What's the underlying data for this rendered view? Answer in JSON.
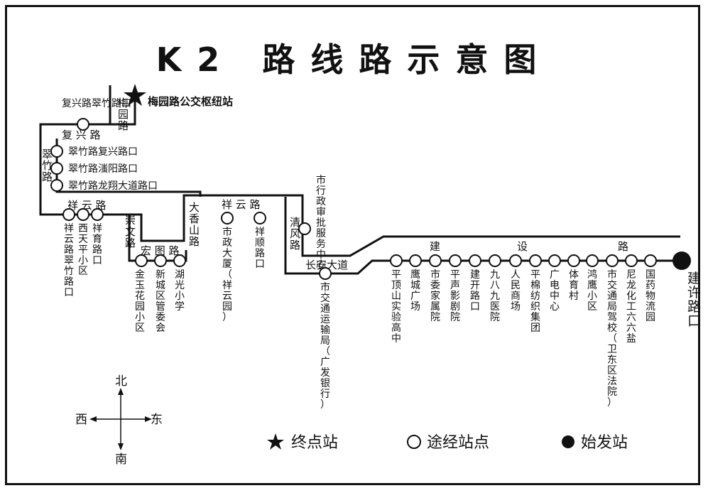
{
  "title": "K2 路线路示意图",
  "terminus": "梅园路公交枢纽站",
  "origin": "建许路口",
  "roads": {
    "meiyuan": "梅园路",
    "fuxing": "复 兴 路",
    "cuizhu": "翠竹路",
    "xiangyun1": "祥 云 路",
    "chongwen": "崇文路",
    "hongtu": "宏 图 路",
    "daxiangshan": "大香山路",
    "xiangyun2": "祥 云 路",
    "qingfeng": "清风路",
    "changan": "长安大道",
    "jianshe": [
      "建",
      "设",
      "路"
    ]
  },
  "stops": [
    "复兴路翠竹路口",
    "翠竹路复兴路口",
    "翠竹路滍阳路口",
    "翠竹路龙翔大道路口",
    "祥云路翠竹路口",
    "西天平小区",
    "祥育路口",
    "金玉花园小区",
    "新城区管委会",
    "湖光小学",
    "市政大厦（祥云园）",
    "祥顺路口",
    "市行政审批服务中心",
    "市交通运输局（广发银行）",
    "平顶山实验高中",
    "鹰城广场",
    "市委家属院",
    "平声影剧院",
    "建开路口",
    "九八九医院",
    "人民商场",
    "平棉纺织集团",
    "广电中心",
    "体育村",
    "鸿鹰小区",
    "市交通局驾校（卫东区法院）",
    "尼龙化工六六盐",
    "国药物流园"
  ],
  "compass": {
    "north": "北",
    "south": "南",
    "west": "西",
    "east": "东"
  },
  "legend": {
    "terminus_label": "终点站",
    "stop_label": "途经站点",
    "origin_label": "始发站"
  },
  "colors": {
    "ink": "#111111",
    "background": "#ffffff"
  },
  "icons": {
    "terminus": "star-icon",
    "stop": "open-circle-icon",
    "origin": "filled-circle-icon"
  }
}
